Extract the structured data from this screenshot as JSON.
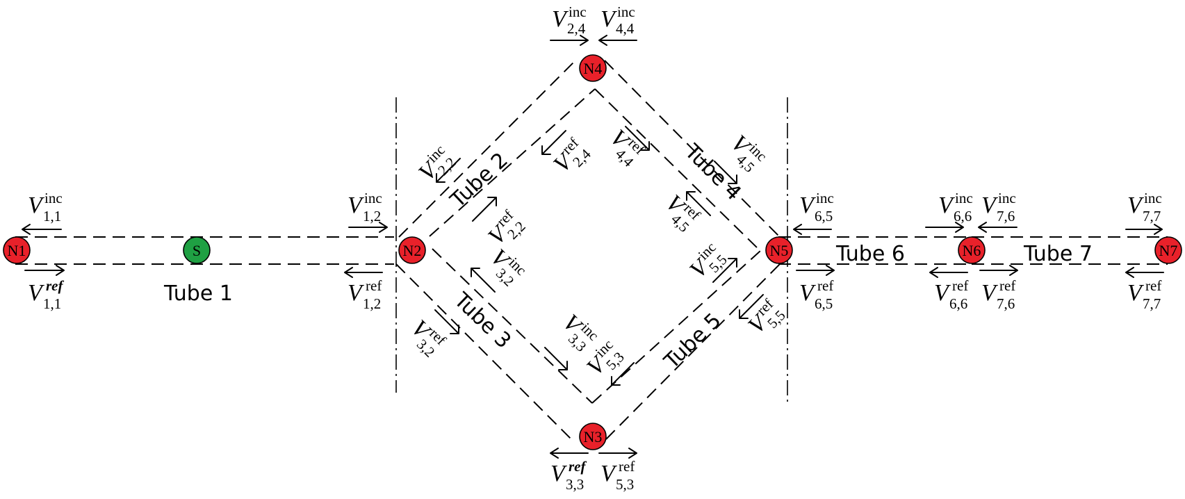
{
  "colors": {
    "node_fill": "#e8212a",
    "source_fill": "#1fa043",
    "line": "#000000"
  },
  "nodes": {
    "n1": "N1",
    "s": "S",
    "n2": "N2",
    "n3": "N3",
    "n4": "N4",
    "n5": "N5",
    "n6": "N6",
    "n7": "N7"
  },
  "tubes": {
    "t1": "Tube  1",
    "t2": "Tube  2",
    "t3": "Tube  3",
    "t4": "Tube  4",
    "t5": "Tube  5",
    "t6": "Tube  6",
    "t7": "Tube  7"
  },
  "waves": {
    "symbol": "V",
    "inc": "inc",
    "ref": "ref",
    "ref_italic": "ref",
    "sub": {
      "s11": "1,1",
      "s12": "1,2",
      "s22": "2,2",
      "s24": "2,4",
      "s44": "4,4",
      "s45": "4,5",
      "s32": "3,2",
      "s33": "3,3",
      "s53": "5,3",
      "s55": "5,5",
      "s65": "6,5",
      "s66": "6,6",
      "s76": "7,6",
      "s77": "7,7"
    }
  }
}
